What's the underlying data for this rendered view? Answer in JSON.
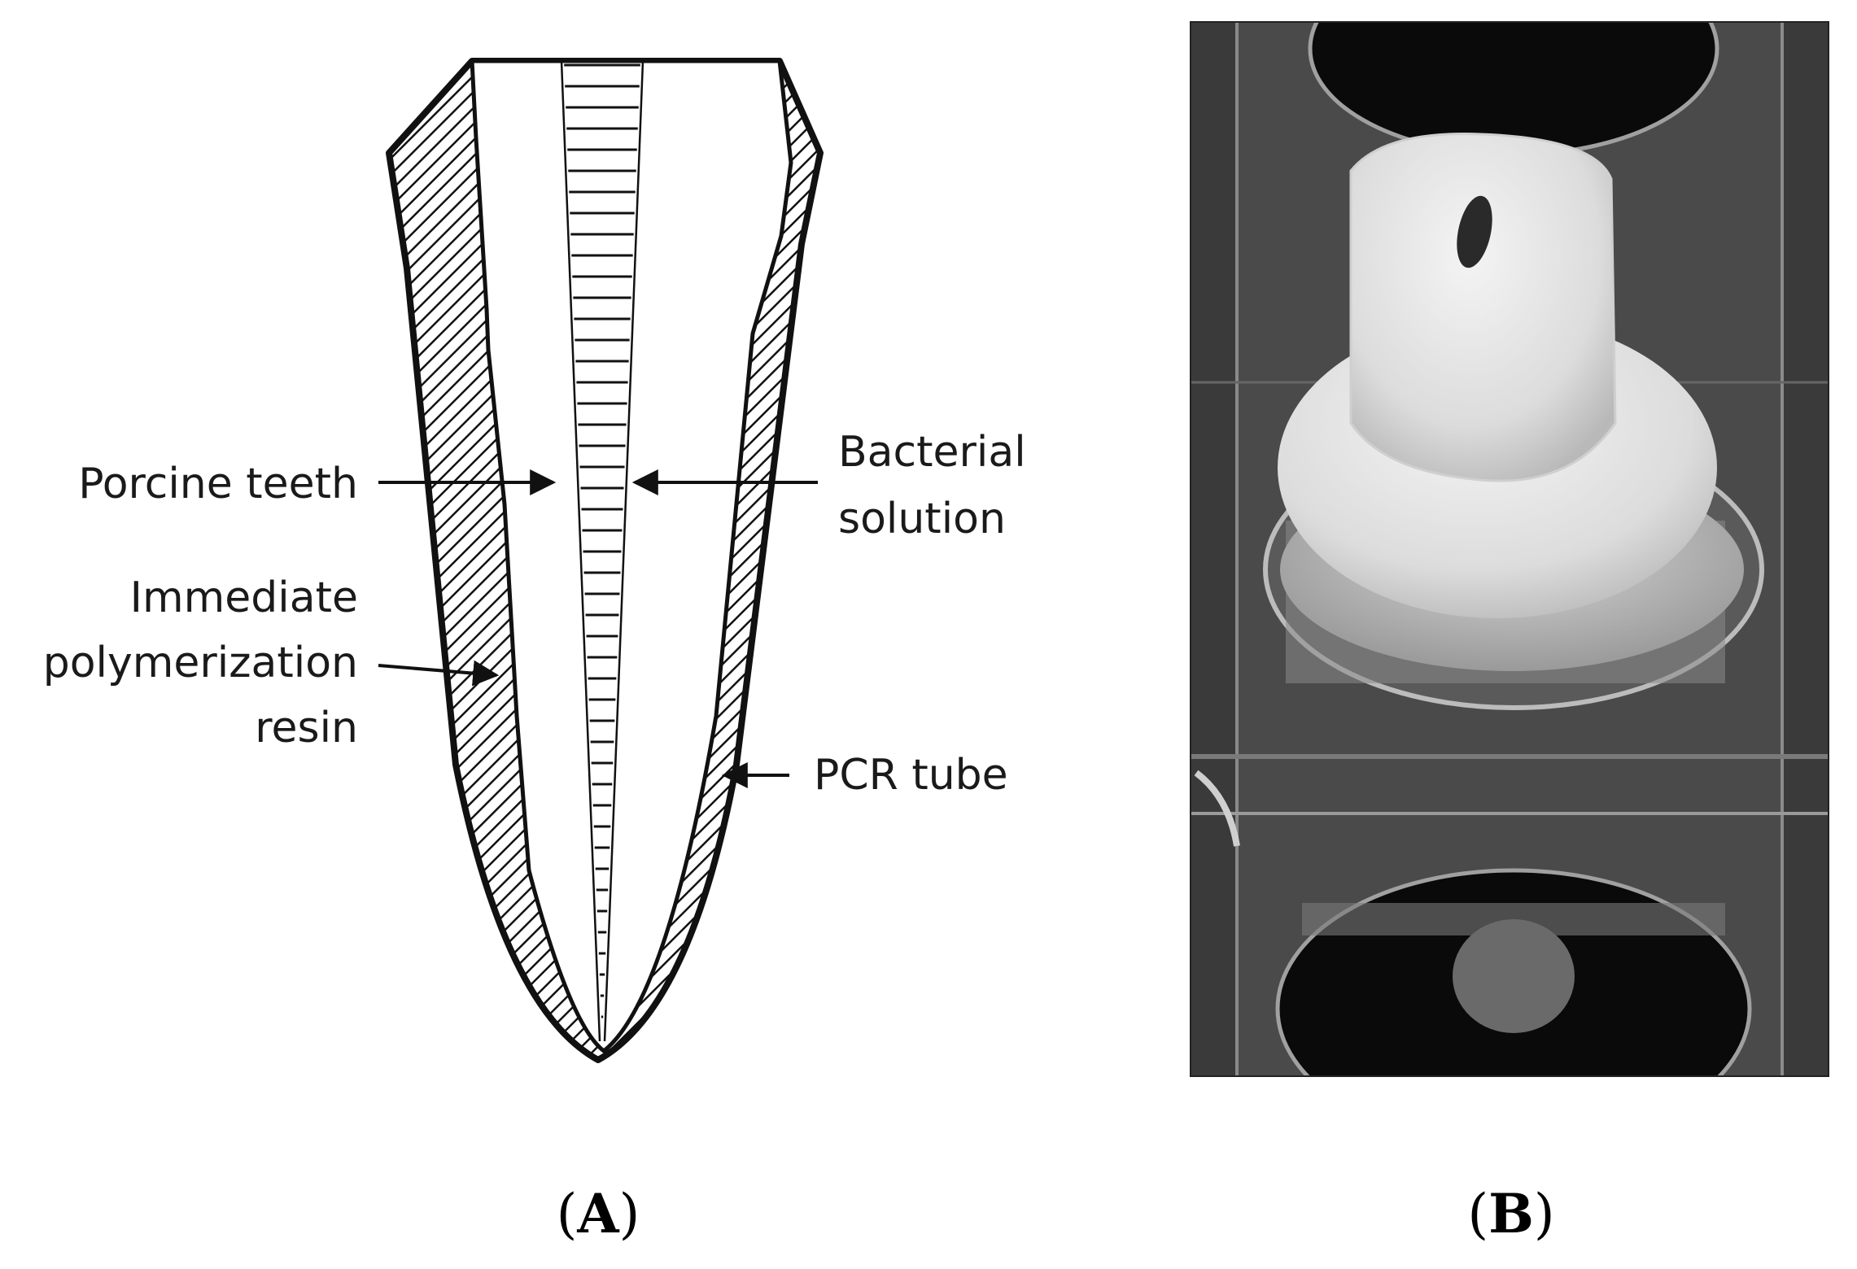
{
  "panel_a": {
    "callouts": {
      "porcine_teeth": "Porcine teeth",
      "bacterial_solution_line1": "Bacterial",
      "bacterial_solution_line2": "solution",
      "resin_line1": "Immediate",
      "resin_line2": "polymerization",
      "resin_line3": "resin",
      "pcr_tube": "PCR tube"
    },
    "label": "A"
  },
  "panel_b": {
    "label": "B"
  },
  "colors": {
    "ink": "#111111",
    "photo_background": "#1b1b1b",
    "resin_plug": "#e6e6e6"
  }
}
